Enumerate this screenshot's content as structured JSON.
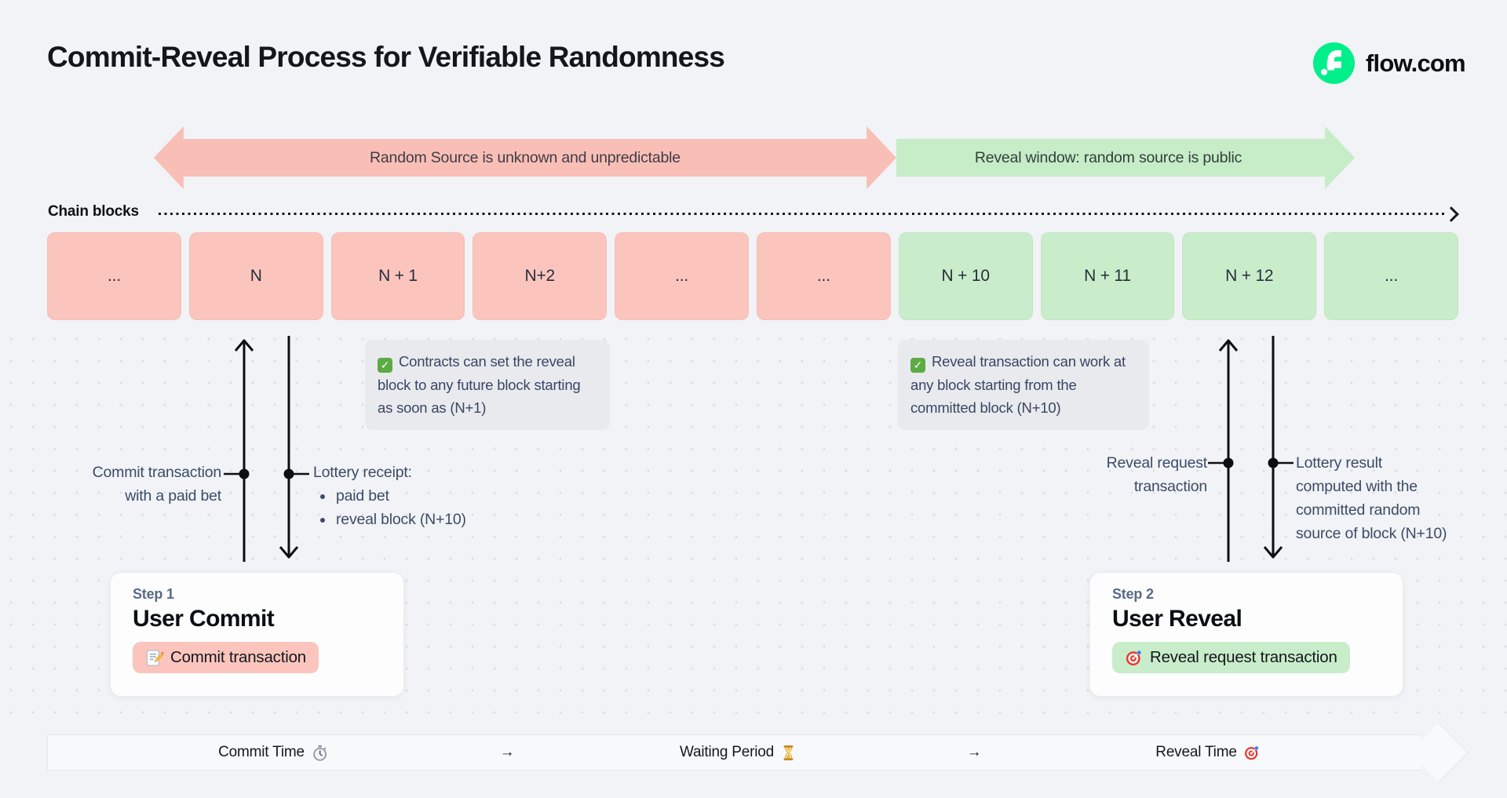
{
  "page": {
    "title": "Commit-Reveal Process for Verifiable Randomness"
  },
  "brand": {
    "domain": "flow.com",
    "green": "#00ef8b"
  },
  "phases": {
    "commit_arrow_label": "Random Source is unknown and unpredictable",
    "reveal_arrow_label": "Reveal window: random source is public",
    "commit_color": "#f9beb6",
    "reveal_color": "#c6ecc8"
  },
  "chain": {
    "label": "Chain blocks",
    "block_commit_color": "#fbc5bd",
    "block_reveal_color": "#c9edca",
    "blocks": [
      {
        "label": "...",
        "phase": "commit"
      },
      {
        "label": "N",
        "phase": "commit"
      },
      {
        "label": "N + 1",
        "phase": "commit"
      },
      {
        "label": "N+2",
        "phase": "commit"
      },
      {
        "label": "...",
        "phase": "commit"
      },
      {
        "label": "...",
        "phase": "commit"
      },
      {
        "label": "N + 10",
        "phase": "reveal"
      },
      {
        "label": "N + 11",
        "phase": "reveal"
      },
      {
        "label": "N + 12",
        "phase": "reveal"
      },
      {
        "label": "...",
        "phase": "reveal"
      }
    ]
  },
  "notes": {
    "commit_note": "Contracts can set the reveal block to any future block starting as soon as (N+1)",
    "reveal_note": "Reveal transaction can work at any block starting from the committed block (N+10)"
  },
  "annotations": {
    "commit_tx": {
      "line1": "Commit transaction",
      "line2": "with a paid bet"
    },
    "lottery_receipt": {
      "title": "Lottery receipt:",
      "items": [
        "paid bet",
        "reveal block (N+10)"
      ]
    },
    "reveal_tx": {
      "line1": "Reveal request",
      "line2": "transaction"
    },
    "lottery_result": {
      "line1": "Lottery result",
      "line2": "computed with the",
      "line3": "committed random",
      "line4": "source of block (N+10)"
    }
  },
  "steps": {
    "commit": {
      "kicker": "Step 1",
      "title": "User Commit",
      "button_label": "Commit transaction"
    },
    "reveal": {
      "kicker": "Step 2",
      "title": "User Reveal",
      "button_label": "Reveal request transaction"
    }
  },
  "timeline": {
    "items": [
      {
        "label": "Commit Time",
        "icon": "stopwatch"
      },
      {
        "label": "→",
        "icon": ""
      },
      {
        "label": "Waiting Period",
        "icon": "hourglass"
      },
      {
        "label": "→",
        "icon": ""
      },
      {
        "label": "Reveal Time",
        "icon": "target"
      }
    ]
  }
}
